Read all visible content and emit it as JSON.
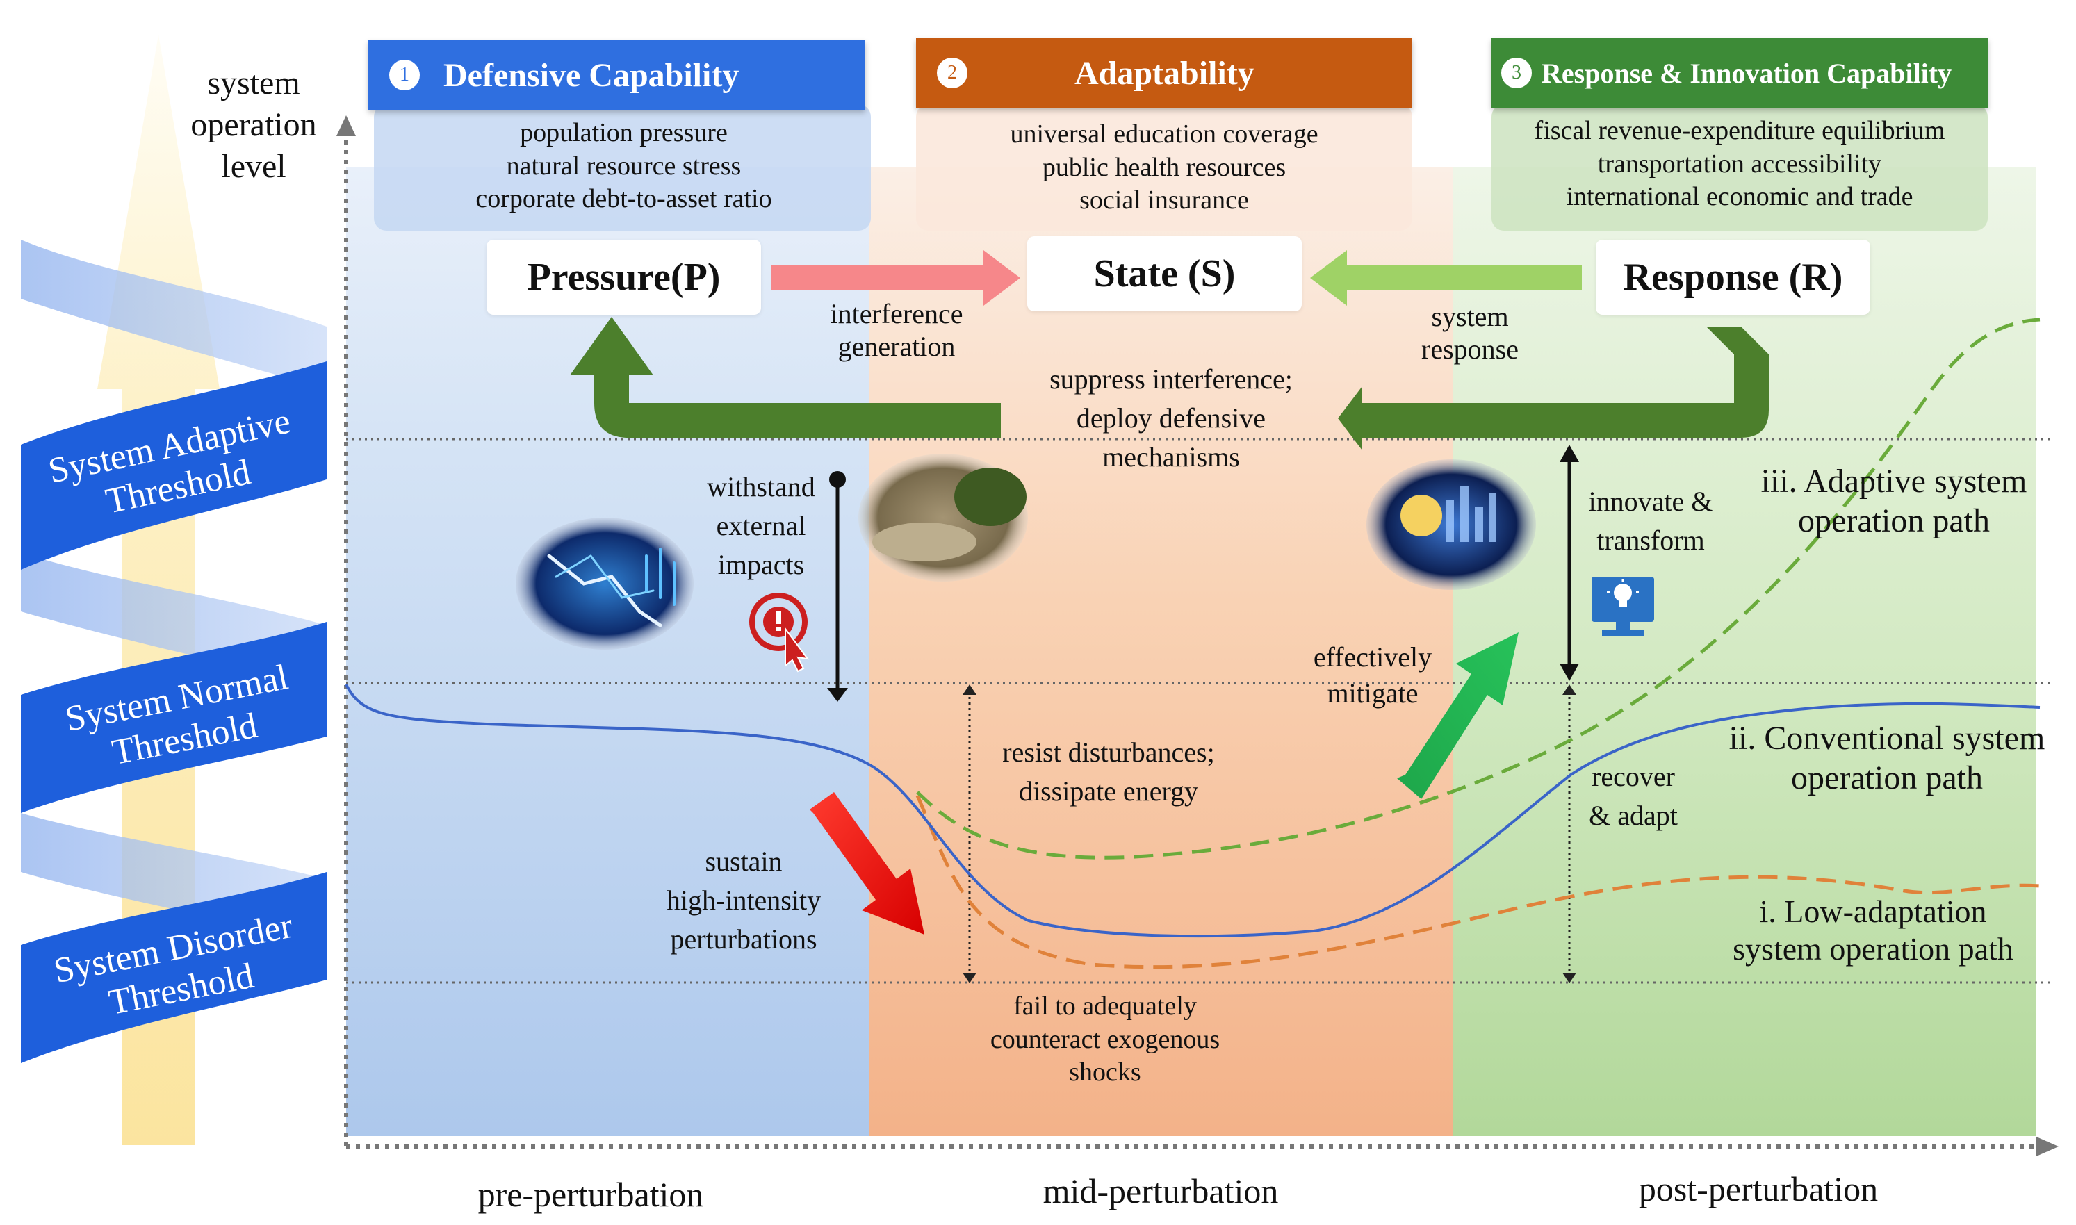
{
  "y_axis_label": "system\noperation\nlevel",
  "thresholds": [
    {
      "label": "System Adaptive\nThreshold"
    },
    {
      "label": "System Normal\nThreshold"
    },
    {
      "label": "System Disorder\nThreshold"
    }
  ],
  "capabilities": [
    {
      "number": "1",
      "title": "Defensive Capability",
      "color": "#2f6fe0",
      "items": [
        "population pressure",
        "natural resource stress",
        "corporate debt-to-asset ratio"
      ]
    },
    {
      "number": "2",
      "title": "Adaptability",
      "color": "#c55a11",
      "items": [
        "universal education coverage",
        "public health resources",
        "social insurance"
      ]
    },
    {
      "number": "3",
      "title": "Response & Innovation Capability",
      "color": "#3d8b37",
      "items": [
        "fiscal revenue-expenditure equilibrium",
        "transportation accessibility",
        "international economic and trade"
      ]
    }
  ],
  "psr": {
    "pressure": "Pressure(P)",
    "state": "State (S)",
    "response": "Response (R)"
  },
  "flow_labels": {
    "interference": "interference\ngeneration",
    "system_response": "system\nresponse",
    "suppress": "suppress interference;\ndeploy defensive\nmechanisms"
  },
  "annotations": {
    "withstand": "withstand\nexternal\nimpacts",
    "innovate": "innovate &\ntransform",
    "effectively": "effectively\nmitigate",
    "resist": "resist disturbances;\ndissipate energy",
    "sustain": "sustain\nhigh-intensity\nperturbations",
    "recover": "recover\n& adapt",
    "fail": "fail to adequately\ncounteract exogenous\nshocks"
  },
  "paths": {
    "adaptive": "iii. Adaptive system\noperation path",
    "conventional": "ii. Conventional system\noperation path",
    "low": "i. Low-adaptation\nsystem operation path"
  },
  "phases": [
    "pre-perturbation",
    "mid-perturbation",
    "post-perturbation"
  ],
  "icons": [
    "chart-crash-photo",
    "drought-landscape-photo",
    "tech-city-photo",
    "alert-target-icon",
    "monitor-bulb-icon"
  ],
  "colors": {
    "blue_zone": "#d6e4f5",
    "orange_zone": "#f8c9a6",
    "green_zone": "#cfe6bf",
    "conventional_path": "#3a64c8",
    "adaptive_path": "#6aab3b",
    "low_path": "#e0823a",
    "threshold_band": "#1e5fdc",
    "feedback_arrow": "#4c7f2c"
  }
}
